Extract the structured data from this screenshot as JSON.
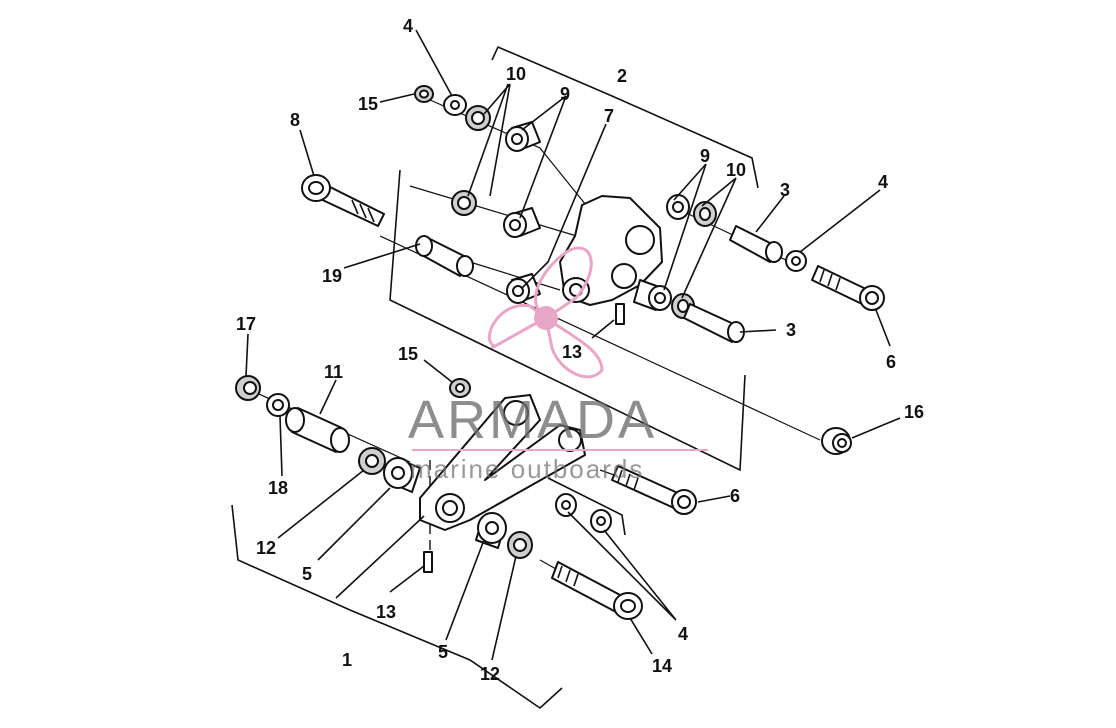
{
  "diagram": {
    "callouts": [
      {
        "id": "c4a",
        "text": "4"
      },
      {
        "id": "c10a",
        "text": "10"
      },
      {
        "id": "c2",
        "text": "2"
      },
      {
        "id": "c15a",
        "text": "15"
      },
      {
        "id": "c9a",
        "text": "9"
      },
      {
        "id": "c7",
        "text": "7"
      },
      {
        "id": "c8",
        "text": "8"
      },
      {
        "id": "c9b",
        "text": "9"
      },
      {
        "id": "c10b",
        "text": "10"
      },
      {
        "id": "c3a",
        "text": "3"
      },
      {
        "id": "c4b",
        "text": "4"
      },
      {
        "id": "c19",
        "text": "19"
      },
      {
        "id": "c3b",
        "text": "3"
      },
      {
        "id": "c13a",
        "text": "13"
      },
      {
        "id": "c6a",
        "text": "6"
      },
      {
        "id": "c17",
        "text": "17"
      },
      {
        "id": "c15b",
        "text": "15"
      },
      {
        "id": "c11",
        "text": "11"
      },
      {
        "id": "c16",
        "text": "16"
      },
      {
        "id": "c18",
        "text": "18"
      },
      {
        "id": "c6b",
        "text": "6"
      },
      {
        "id": "c12a",
        "text": "12"
      },
      {
        "id": "c5a",
        "text": "5"
      },
      {
        "id": "c13b",
        "text": "13"
      },
      {
        "id": "c4c",
        "text": "4"
      },
      {
        "id": "c1",
        "text": "1"
      },
      {
        "id": "c5b",
        "text": "5"
      },
      {
        "id": "c12b",
        "text": "12"
      },
      {
        "id": "c14",
        "text": "14"
      }
    ]
  },
  "watermark": {
    "brand": "ARMADA",
    "tagline": "marine outboards",
    "accent_color": "#e8a6c8"
  }
}
